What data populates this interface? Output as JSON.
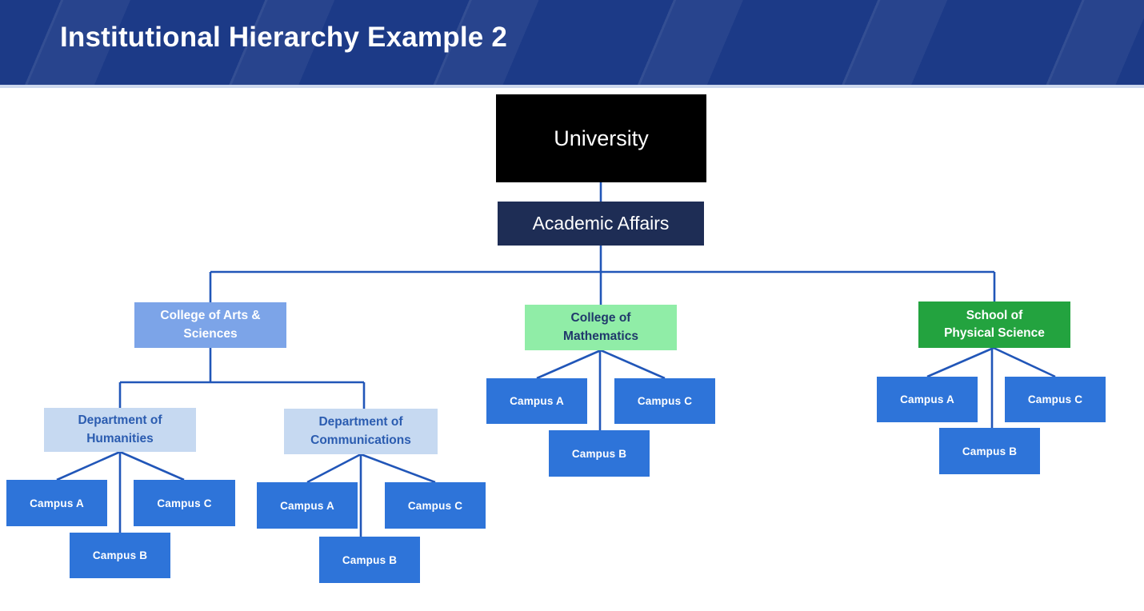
{
  "header": {
    "title": "Institutional Hierarchy Example 2"
  },
  "colors": {
    "banner_bg": "#1c3a87",
    "banner_underline": "#cdd8ee",
    "line": "#2156b8",
    "university_bg": "#000000",
    "university_text": "#ffffff",
    "academic_bg": "#1e2d55",
    "academic_text": "#ffffff",
    "college_blue_bg": "#7ca4e8",
    "college_blue_text": "#ffffff",
    "college_green_bg": "#90eda7",
    "college_green_text": "#20386b",
    "school_green_bg": "#23a33f",
    "school_green_text": "#ffffff",
    "dept_bg": "#c6d9f1",
    "dept_text": "#2b5cb0",
    "campus_bg": "#2e74d9",
    "campus_text": "#ffffff"
  },
  "nodes": {
    "university": {
      "label": "University"
    },
    "academic_affairs": {
      "label": "Academic Affairs"
    },
    "college_arts": {
      "label": "College of Arts &\nSciences"
    },
    "college_math": {
      "label": "College of\nMathematics"
    },
    "school_physical": {
      "label": "School of\nPhysical Science"
    },
    "dept_humanities": {
      "label": "Department of\nHumanities"
    },
    "dept_communications": {
      "label": "Department of\nCommunications"
    },
    "campus_a": {
      "label": "Campus A"
    },
    "campus_b": {
      "label": "Campus B"
    },
    "campus_c": {
      "label": "Campus C"
    }
  }
}
